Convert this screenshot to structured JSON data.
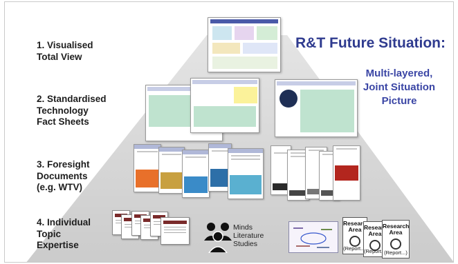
{
  "title": "R&T Future Situation:",
  "subtitle": [
    "Multi-layered,",
    "Joint Situation",
    "Picture"
  ],
  "levels": [
    {
      "lines": [
        "1. Visualised",
        "Total View"
      ]
    },
    {
      "lines": [
        "2. Standardised",
        "Technology",
        "Fact Sheets"
      ]
    },
    {
      "lines": [
        "3. Foresight",
        "Documents",
        "(e.g. WTV)"
      ]
    },
    {
      "lines": [
        "4. Individual",
        "Topic",
        "Expertise"
      ]
    }
  ],
  "minds_label": [
    "Minds",
    "Literature",
    "Studies"
  ],
  "research_cards": [
    {
      "title": [
        "Research",
        "Area"
      ],
      "report": "(Report...)"
    },
    {
      "title": [
        "Research",
        "Area"
      ],
      "report": "(Report...)"
    },
    {
      "title": [
        "Research",
        "Area"
      ],
      "report": "(Report...)"
    }
  ],
  "colors": {
    "title": "#2f3b8f",
    "subtitle": "#3b46a5",
    "pyramid": "#d9d9d9"
  }
}
